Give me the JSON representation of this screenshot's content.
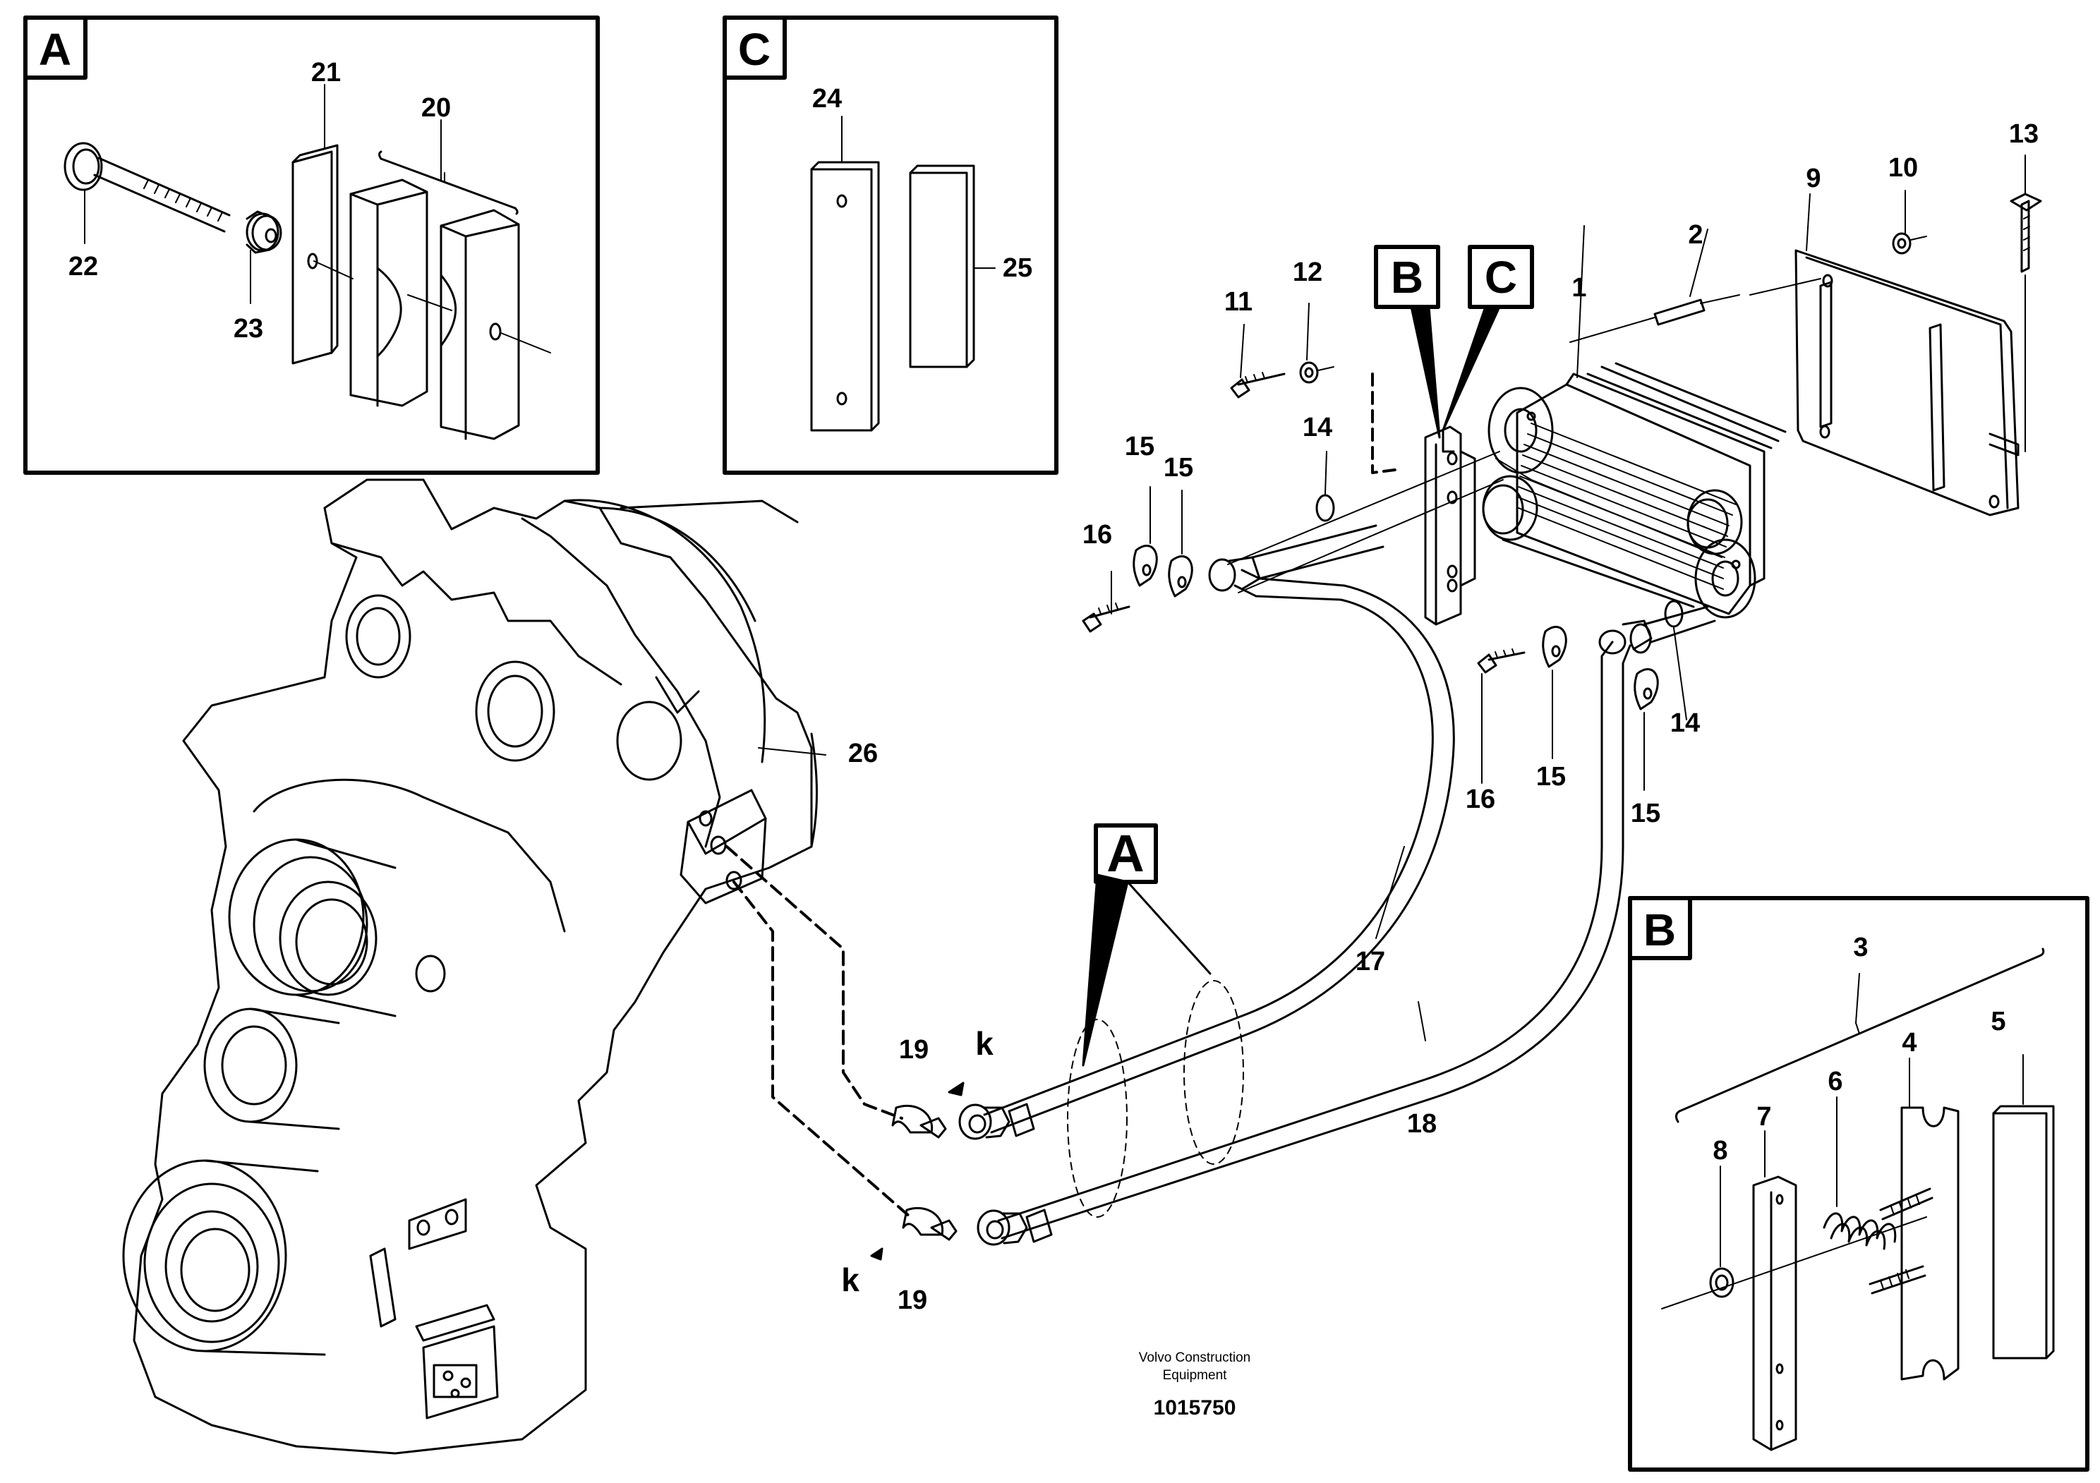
{
  "insets": {
    "A": {
      "letter": "A",
      "items": [
        "21",
        "20",
        "22",
        "23"
      ]
    },
    "C": {
      "letter": "C",
      "items": [
        "24",
        "25"
      ]
    },
    "B": {
      "letter": "B",
      "items": [
        "3",
        "4",
        "5",
        "6",
        "7",
        "8"
      ]
    }
  },
  "callouts": {
    "A": "A",
    "B": "B",
    "C": "C"
  },
  "labels": {
    "l1": "1",
    "l2": "2",
    "l9": "9",
    "l10": "10",
    "l11": "11",
    "l12": "12",
    "l13": "13",
    "l14a": "14",
    "l14b": "14",
    "l15a": "15",
    "l15b": "15",
    "l15c": "15",
    "l15d": "15",
    "l16a": "16",
    "l16b": "16",
    "l17": "17",
    "l18": "18",
    "l19a": "19",
    "l19b": "19",
    "l26": "26",
    "ka": "k",
    "kb": "k"
  },
  "footer": {
    "company_line1": "Volvo Construction",
    "company_line2": "Equipment",
    "drawing_number": "1015750"
  }
}
